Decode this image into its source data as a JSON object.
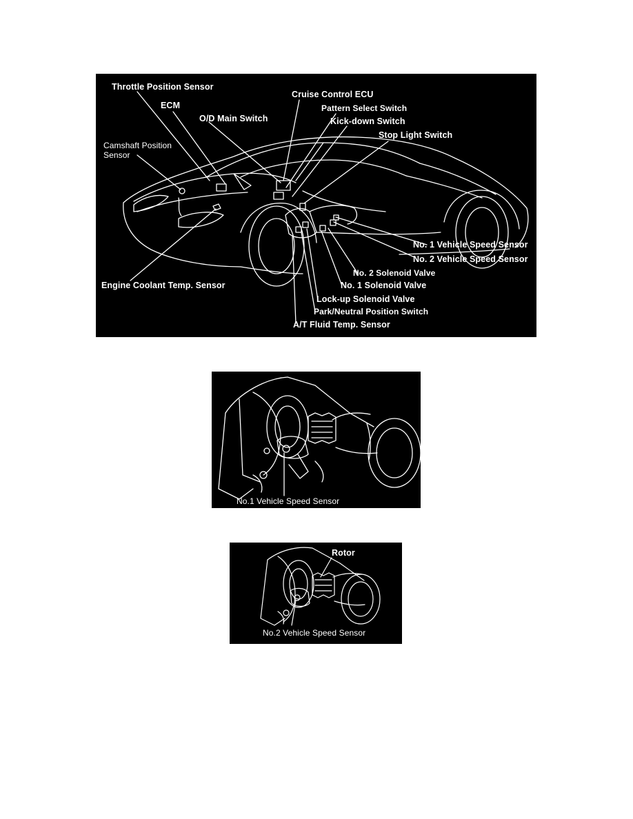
{
  "figure1": {
    "labels": {
      "throttle_position_sensor": "Throttle Position Sensor",
      "ecm": "ECM",
      "od_main_switch": "O/D Main Switch",
      "camshaft_position_sensor_1": "Camshaft Position",
      "camshaft_position_sensor_2": "Sensor",
      "cruise_control_ecu": "Cruise Control ECU",
      "pattern_select_switch": "Pattern Select Switch",
      "kick_down_switch": "Kick-down Switch",
      "stop_light_switch": "Stop Light Switch",
      "no1_vehicle_speed_sensor": "No. 1 Vehicle Speed Sensor",
      "no2_vehicle_speed_sensor": "No. 2 Vehicle Speed Sensor",
      "no2_solenoid_valve": "No. 2 Solenoid Valve",
      "no1_solenoid_valve": "No. 1 Solenoid Valve",
      "engine_coolant_temp_sensor": "Engine Coolant Temp. Sensor",
      "lockup_solenoid_valve": "Lock-up Solenoid Valve",
      "park_neutral_position_switch": "Park/Neutral Position Switch",
      "at_fluid_temp_sensor": "A/T Fluid Temp. Sensor"
    }
  },
  "figure2": {
    "labels": {
      "no1_vehicle_speed_sensor": "No.1 Vehicle Speed Sensor"
    }
  },
  "figure3": {
    "labels": {
      "rotor": "Rotor",
      "no2_vehicle_speed_sensor": "No.2 Vehicle Speed Sensor"
    }
  },
  "colors": {
    "background": "#000000",
    "linework": "#ffffff",
    "page": "#ffffff"
  }
}
